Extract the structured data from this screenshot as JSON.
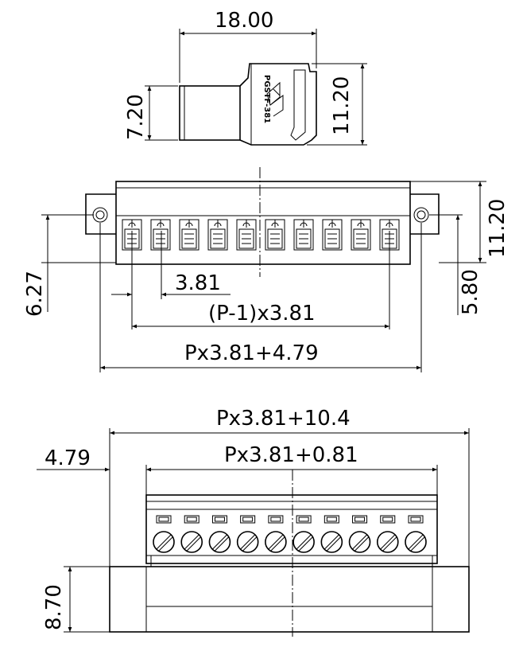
{
  "dimensions": {
    "side_width": "18.00",
    "side_height": "11.20",
    "side_plug": "7.20",
    "front_height": "11.20",
    "front_left": "6.27",
    "front_right": "5.80",
    "pitch": "3.81",
    "span": "(P-1)x3.81",
    "total": "Px3.81+4.79",
    "top_total": "Px3.81+10.4",
    "top_offset": "4.79",
    "top_body": "Px3.81+0.81",
    "top_height": "8.70"
  },
  "part_marking": "PGSTF-381",
  "pin_count": 10
}
